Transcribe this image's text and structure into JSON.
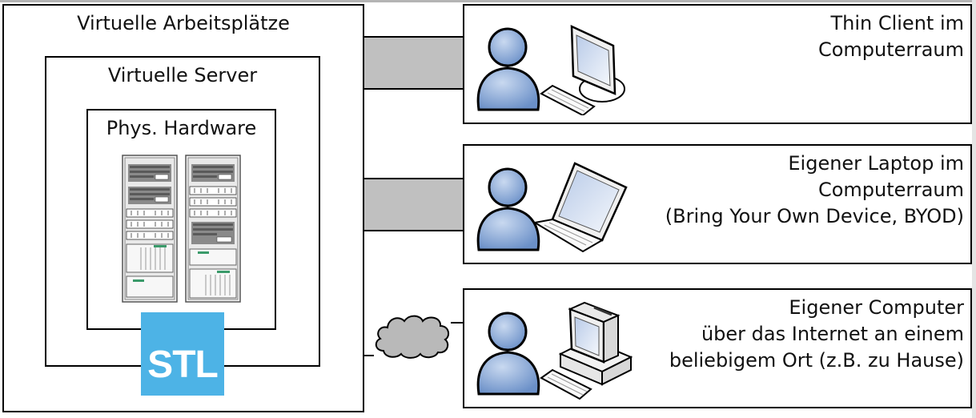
{
  "diagram": {
    "layers": {
      "outer": {
        "title": "Virtuelle Arbeitsplätze"
      },
      "middle": {
        "title": "Virtuelle Server"
      },
      "inner": {
        "title": "Phys. Hardware"
      }
    },
    "logo": {
      "text": "STL",
      "color": "#4db3e6"
    },
    "connectors": [
      {
        "type": "direct",
        "to": "client1"
      },
      {
        "type": "direct",
        "to": "client2"
      },
      {
        "type": "internet-cloud",
        "to": "client3"
      }
    ],
    "clients": [
      {
        "icon": "user-thin-client-icon",
        "lines": [
          "Thin Client im",
          "Computerraum"
        ]
      },
      {
        "icon": "user-laptop-icon",
        "lines": [
          "Eigener Laptop im",
          "Computerraum",
          "(Bring Your Own Device, BYOD)"
        ]
      },
      {
        "icon": "user-desktop-computer-icon",
        "lines": [
          "Eigener Computer",
          "über das Internet an einem",
          "beliebigem Ort (z.B. zu Hause)"
        ]
      }
    ],
    "colors": {
      "connector": "#c0c0c0",
      "person": "#7fa3d6",
      "cloud": "#b9b9b9"
    }
  }
}
